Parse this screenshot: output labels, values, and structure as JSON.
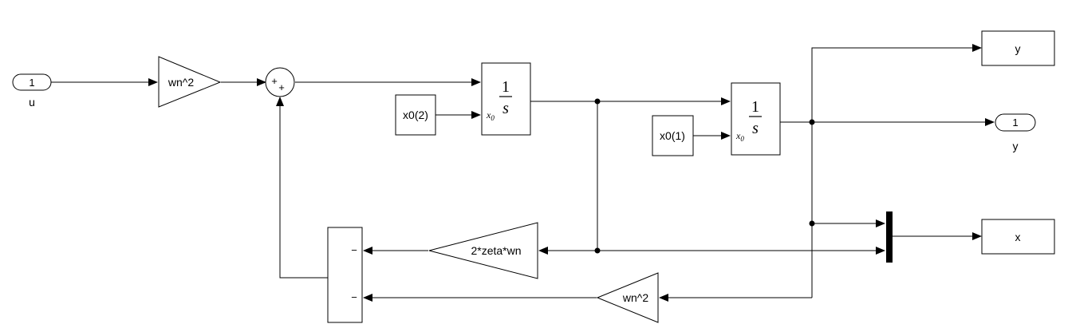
{
  "inport_u": {
    "number": "1",
    "name": "u"
  },
  "outport_y": {
    "number": "1",
    "name": "y"
  },
  "gain_wn2_top": {
    "label": "wn^2"
  },
  "gain_2zetawn": {
    "label": "2*zeta*wn"
  },
  "gain_wn2_bottom": {
    "label": "wn^2"
  },
  "sum_top": {
    "signs": [
      "+",
      "+"
    ]
  },
  "sum_left": {
    "signs": [
      "−",
      "−"
    ]
  },
  "integrator1": {
    "numerator": "1",
    "denominator": "s",
    "ic_port": "x",
    "ic_sub": "0"
  },
  "integrator2": {
    "numerator": "1",
    "denominator": "s",
    "ic_port": "x",
    "ic_sub": "0"
  },
  "const_x02": {
    "label": "x0(2)"
  },
  "const_x01": {
    "label": "x0(1)"
  },
  "goto_y": {
    "label": "y"
  },
  "goto_x": {
    "label": "x"
  }
}
